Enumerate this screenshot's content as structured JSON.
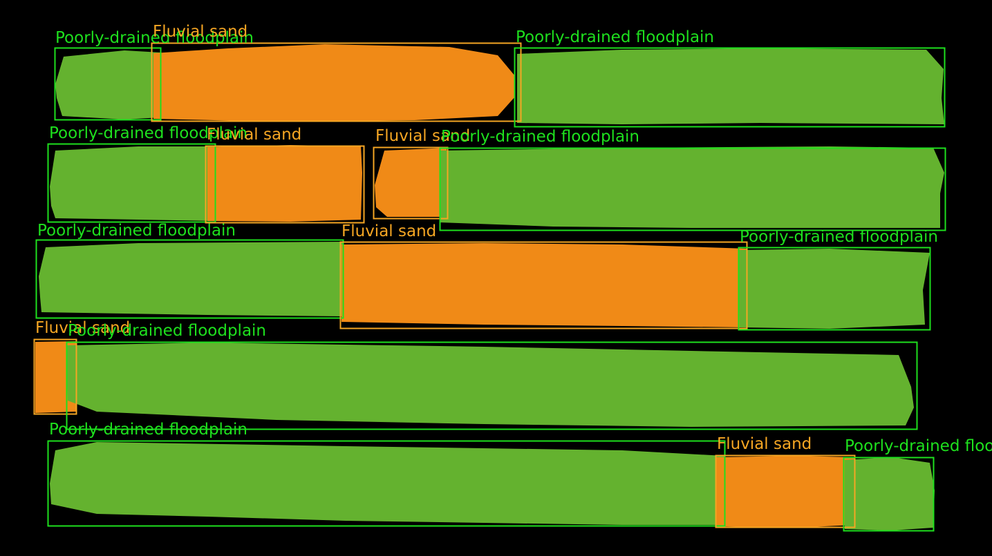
{
  "classes": {
    "floodplain": {
      "label": "Poorly-drained floodplain",
      "fill": "#64b22f",
      "box": "#1ee01e"
    },
    "sand": {
      "label": "Fluvial sand",
      "fill": "#f08a17",
      "box": "#f5a623"
    }
  },
  "background": "#000000",
  "regions": [
    {
      "row": 1,
      "cls": "floodplain",
      "caption": "Poorly-drained floodplain"
    },
    {
      "row": 1,
      "cls": "sand",
      "caption": "Fluvial sand"
    },
    {
      "row": 1,
      "cls": "floodplain",
      "caption": "Poorly-drained floodplain"
    },
    {
      "row": 2,
      "cls": "floodplain",
      "caption": "Poorly-drained floodplain"
    },
    {
      "row": 2,
      "cls": "sand",
      "caption": "Fluvial sand"
    },
    {
      "row": 2,
      "cls": "sand",
      "caption": "Fluvial sand"
    },
    {
      "row": 2,
      "cls": "floodplain",
      "caption": "Poorly-drained floodplain"
    },
    {
      "row": 3,
      "cls": "floodplain",
      "caption": "Poorly-drained floodplain"
    },
    {
      "row": 3,
      "cls": "sand",
      "caption": "Fluvial sand"
    },
    {
      "row": 3,
      "cls": "floodplain",
      "caption": "Poorly-drained floodplain"
    },
    {
      "row": 4,
      "cls": "sand",
      "caption": "Fluvial sand"
    },
    {
      "row": 4,
      "cls": "floodplain",
      "caption": "Poorly-drained floodplain"
    },
    {
      "row": 5,
      "cls": "floodplain",
      "caption": "Poorly-drained floodplain"
    },
    {
      "row": 5,
      "cls": "sand",
      "caption": "Fluvial sand"
    },
    {
      "row": 5,
      "cls": "floodplain",
      "caption": "Poorly-drained floodplain"
    }
  ]
}
